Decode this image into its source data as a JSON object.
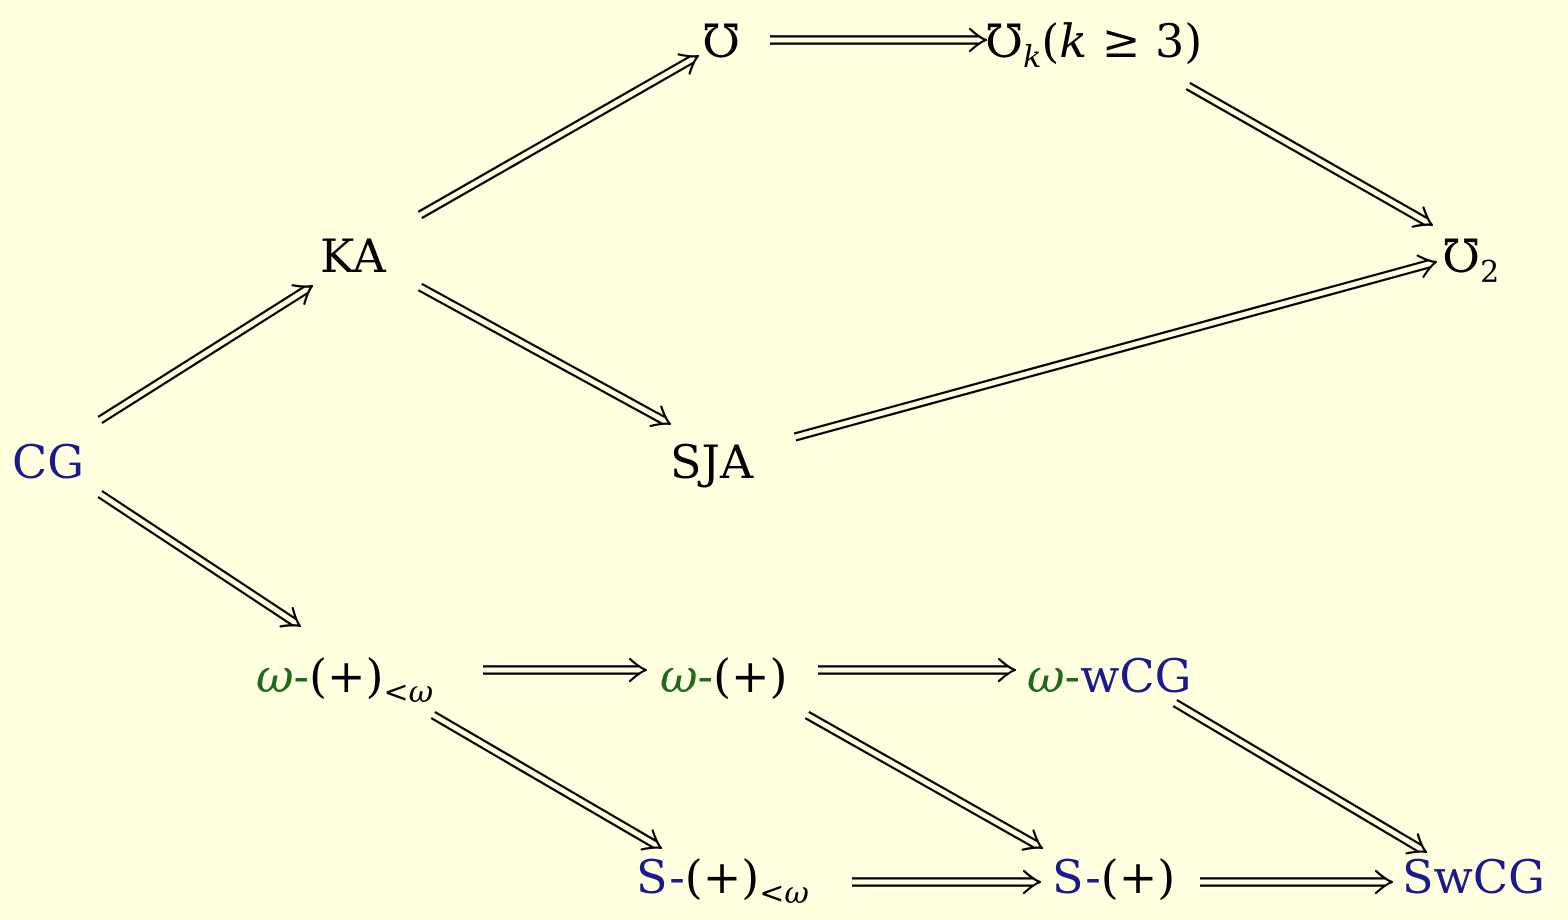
{
  "colors": {
    "background": "#ffffe0",
    "black": "#000000",
    "blue": "#1a1a8c",
    "green": "#1e6b1e"
  },
  "nodes": {
    "cg": {
      "parts": [
        {
          "text": "CG",
          "color": "blue"
        }
      ]
    },
    "ka": {
      "parts": [
        {
          "text": "KA",
          "color": "black"
        }
      ]
    },
    "sja": {
      "parts": [
        {
          "text": "SJA",
          "color": "black"
        }
      ]
    },
    "mho": {
      "parts": [
        {
          "text": "℧",
          "color": "black"
        }
      ]
    },
    "mho-k": {
      "parts": [
        {
          "text": "℧",
          "color": "black"
        },
        {
          "text": "k",
          "color": "black",
          "sub": true,
          "italic": true
        },
        {
          "text": "(",
          "color": "black"
        },
        {
          "text": "k",
          "color": "black",
          "italic": true
        },
        {
          "text": " ≥ 3)",
          "color": "black"
        }
      ]
    },
    "mho-2": {
      "parts": [
        {
          "text": "℧",
          "color": "black"
        },
        {
          "text": "2",
          "color": "black",
          "sub": true
        }
      ]
    },
    "omega-plus-lt-omega": {
      "parts": [
        {
          "text": "ω",
          "color": "green",
          "italic": true
        },
        {
          "text": "-",
          "color": "green"
        },
        {
          "text": "(+)",
          "color": "black"
        },
        {
          "text": "<ω",
          "color": "black",
          "sub": true,
          "italic": true
        }
      ]
    },
    "omega-plus": {
      "parts": [
        {
          "text": "ω",
          "color": "green",
          "italic": true
        },
        {
          "text": "-",
          "color": "green"
        },
        {
          "text": "(+)",
          "color": "black"
        }
      ]
    },
    "omega-wcg": {
      "parts": [
        {
          "text": "ω",
          "color": "green",
          "italic": true
        },
        {
          "text": "-",
          "color": "green"
        },
        {
          "text": "wCG",
          "color": "blue"
        }
      ]
    },
    "s-plus-lt-omega": {
      "parts": [
        {
          "text": "S-",
          "color": "blue"
        },
        {
          "text": "(+)",
          "color": "black"
        },
        {
          "text": "<ω",
          "color": "black",
          "sub": true,
          "italic": true
        }
      ]
    },
    "s-plus": {
      "parts": [
        {
          "text": "S-",
          "color": "blue"
        },
        {
          "text": "(+)",
          "color": "black"
        }
      ]
    },
    "swcg": {
      "parts": [
        {
          "text": "SwCG",
          "color": "blue"
        }
      ]
    }
  },
  "edges": [
    {
      "from": "cg",
      "to": "ka"
    },
    {
      "from": "cg",
      "to": "omega-plus-lt-omega"
    },
    {
      "from": "ka",
      "to": "mho"
    },
    {
      "from": "ka",
      "to": "sja"
    },
    {
      "from": "mho",
      "to": "mho-k"
    },
    {
      "from": "mho-k",
      "to": "mho-2"
    },
    {
      "from": "sja",
      "to": "mho-2"
    },
    {
      "from": "omega-plus-lt-omega",
      "to": "omega-plus"
    },
    {
      "from": "omega-plus",
      "to": "omega-wcg"
    },
    {
      "from": "omega-plus-lt-omega",
      "to": "s-plus-lt-omega"
    },
    {
      "from": "omega-plus",
      "to": "s-plus"
    },
    {
      "from": "omega-wcg",
      "to": "swcg"
    },
    {
      "from": "s-plus-lt-omega",
      "to": "s-plus"
    },
    {
      "from": "s-plus",
      "to": "swcg"
    }
  ]
}
